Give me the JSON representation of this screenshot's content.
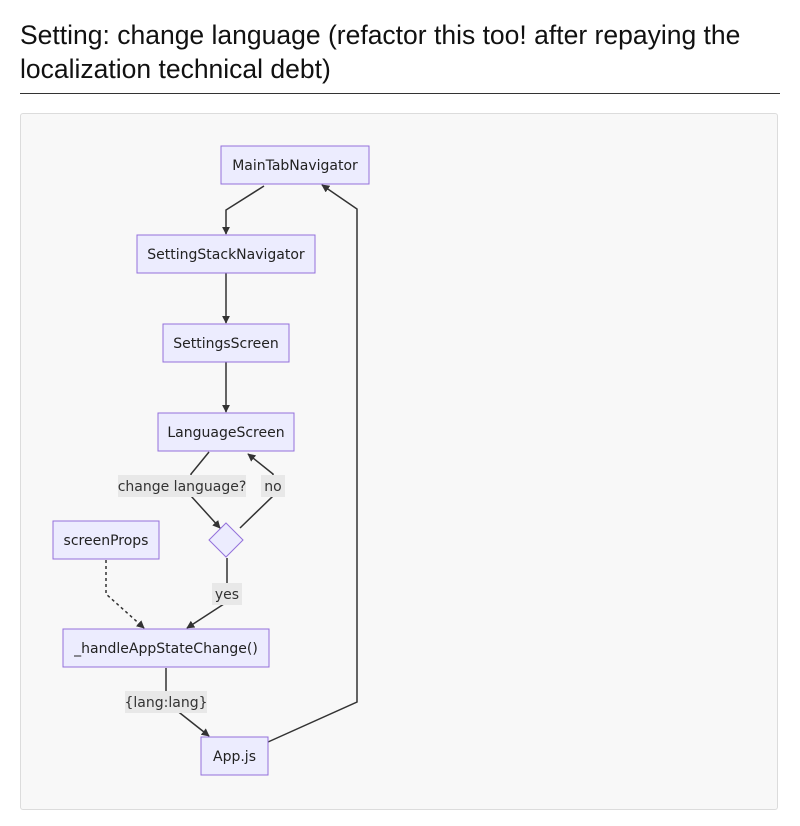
{
  "page": {
    "title": "Setting: change language (refactor this too! after repaying the localization technical debt)"
  },
  "diagram": {
    "colors": {
      "node_fill": "#ececfe",
      "node_stroke": "#9370db",
      "edge": "#333333",
      "label_bg": "#e8e8e8"
    },
    "nodes": [
      {
        "id": "MainTabNavigator",
        "label": "MainTabNavigator",
        "shape": "rect"
      },
      {
        "id": "SettingStackNavigator",
        "label": "SettingStackNavigator",
        "shape": "rect"
      },
      {
        "id": "SettingsScreen",
        "label": "SettingsScreen",
        "shape": "rect"
      },
      {
        "id": "LanguageScreen",
        "label": "LanguageScreen",
        "shape": "rect"
      },
      {
        "id": "decision",
        "label": "",
        "shape": "diamond"
      },
      {
        "id": "screenProps",
        "label": "screenProps",
        "shape": "rect"
      },
      {
        "id": "handleAppStateChange",
        "label": "_handleAppStateChange()",
        "shape": "rect"
      },
      {
        "id": "AppJs",
        "label": "App.js",
        "shape": "rect"
      }
    ],
    "edges": [
      {
        "from": "MainTabNavigator",
        "to": "SettingStackNavigator",
        "label": "",
        "style": "solid"
      },
      {
        "from": "SettingStackNavigator",
        "to": "SettingsScreen",
        "label": "",
        "style": "solid"
      },
      {
        "from": "SettingsScreen",
        "to": "LanguageScreen",
        "label": "",
        "style": "solid"
      },
      {
        "from": "LanguageScreen",
        "to": "decision",
        "label": "change language?",
        "style": "solid"
      },
      {
        "from": "decision",
        "to": "LanguageScreen",
        "label": "no",
        "style": "solid"
      },
      {
        "from": "decision",
        "to": "handleAppStateChange",
        "label": "yes",
        "style": "solid"
      },
      {
        "from": "screenProps",
        "to": "handleAppStateChange",
        "label": "",
        "style": "dotted"
      },
      {
        "from": "handleAppStateChange",
        "to": "AppJs",
        "label": "{lang:lang}",
        "style": "solid"
      },
      {
        "from": "AppJs",
        "to": "MainTabNavigator",
        "label": "",
        "style": "solid"
      }
    ]
  }
}
